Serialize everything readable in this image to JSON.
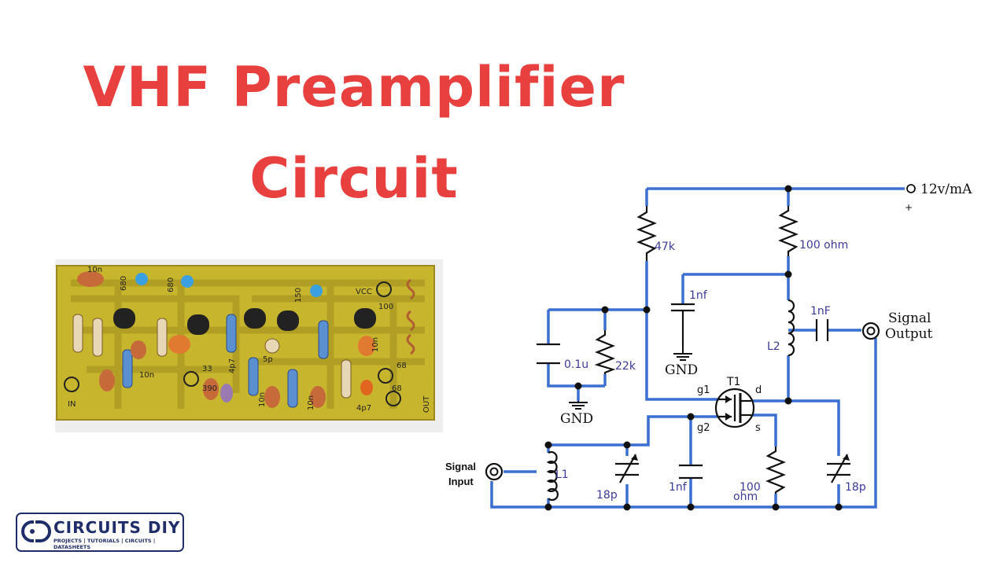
{
  "title": {
    "line1": "VHF Preamplifier",
    "line2": "Circuit"
  },
  "schematic": {
    "supply": "12v/mA",
    "plus": "+",
    "r_bias": "47k",
    "r_drain": "100 ohm",
    "c_decouple": "1nf",
    "c_out": "1nF",
    "out_label_1": "Signal",
    "out_label_2": "Output",
    "c_gate": "0.1u",
    "r_gate": "22k",
    "gnd": "GND",
    "inductor2": "L2",
    "transistor": "T1",
    "pin_g1": "g1",
    "pin_g2": "g2",
    "pin_d": "d",
    "pin_s": "s",
    "in_label_1": "Signal",
    "in_label_2": "Input",
    "inductor1": "L1",
    "trim_in": "18p",
    "c_source": "1nf",
    "r_source_1": "100",
    "r_source_2": "ohm",
    "trim_out": "18p"
  },
  "pcb": {
    "silk": [
      "10n",
      "680",
      "680",
      "150",
      "VCC",
      "100",
      "10n",
      "10n",
      "33",
      "390",
      "4p7",
      "5p",
      "10n",
      "10n",
      "68",
      "68",
      "4p7",
      "IN",
      "OUT"
    ]
  },
  "logo": {
    "name": "CIRCUITS DIY",
    "tagline": "PROJECTS | TUTORIALS | CIRCUITS | DATASHEETS"
  },
  "colors": {
    "title": "#e8403f",
    "wire": "#3a6fd1",
    "pcb": "#c8b52e",
    "logo": "#1f2d6b"
  }
}
